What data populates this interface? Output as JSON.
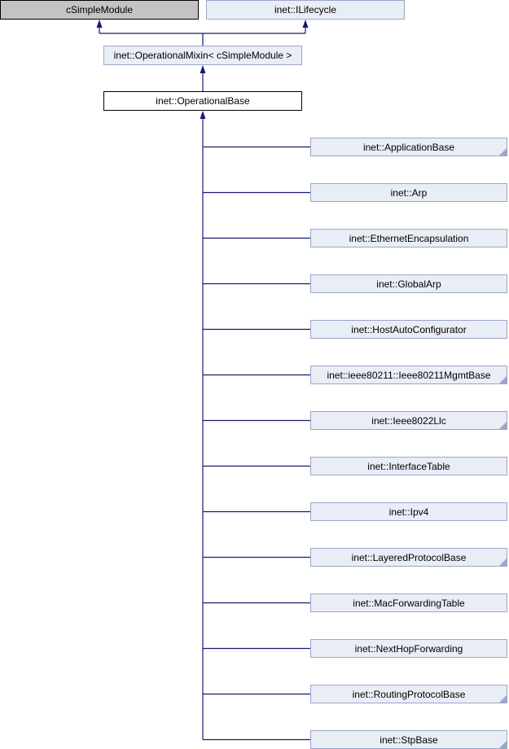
{
  "diagram": {
    "type": "class-inheritance-graph",
    "colors": {
      "edge": "#191970",
      "node_fill": "#e9edf6",
      "node_border": "#9aa7c9",
      "external_fill": "#c3c3c3",
      "external_border": "#000000",
      "current_fill": "#ffffff",
      "current_border": "#000000",
      "text": "#000000"
    },
    "parents": [
      {
        "label": "cSimpleModule",
        "variant": "external"
      },
      {
        "label": "inet::ILifecycle",
        "variant": "documented"
      }
    ],
    "mixin": {
      "label": "inet::OperationalMixin< cSimpleModule >",
      "variant": "documented"
    },
    "current": {
      "label": "inet::OperationalBase",
      "variant": "current"
    },
    "derived": [
      {
        "label": "inet::ApplicationBase",
        "has_subclasses": true
      },
      {
        "label": "inet::Arp",
        "has_subclasses": false
      },
      {
        "label": "inet::EthernetEncapsulation",
        "has_subclasses": false
      },
      {
        "label": "inet::GlobalArp",
        "has_subclasses": false
      },
      {
        "label": "inet::HostAutoConfigurator",
        "has_subclasses": false
      },
      {
        "label": "inet::ieee80211::Ieee80211MgmtBase",
        "has_subclasses": true
      },
      {
        "label": "inet::Ieee8022Llc",
        "has_subclasses": true
      },
      {
        "label": "inet::InterfaceTable",
        "has_subclasses": false
      },
      {
        "label": "inet::Ipv4",
        "has_subclasses": false
      },
      {
        "label": "inet::LayeredProtocolBase",
        "has_subclasses": true
      },
      {
        "label": "inet::MacForwardingTable",
        "has_subclasses": false
      },
      {
        "label": "inet::NextHopForwarding",
        "has_subclasses": false
      },
      {
        "label": "inet::RoutingProtocolBase",
        "has_subclasses": true
      },
      {
        "label": "inet::StpBase",
        "has_subclasses": true
      }
    ]
  }
}
